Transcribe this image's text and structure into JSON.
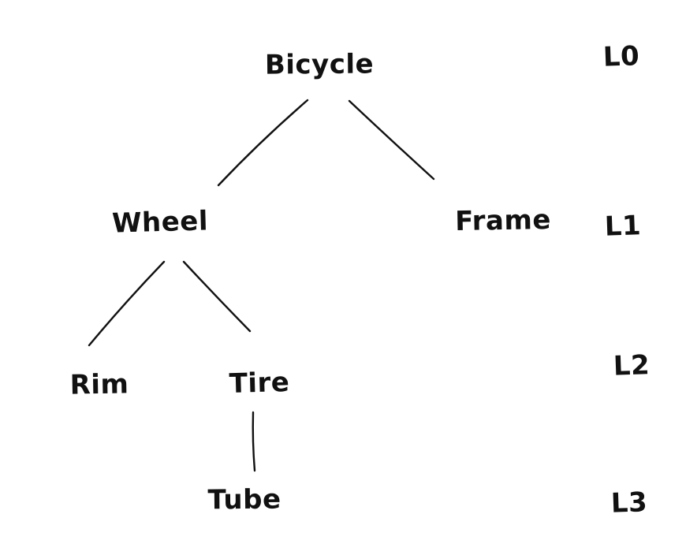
{
  "diagram": {
    "type": "tree",
    "style": "hand-drawn",
    "ink_color": "#111111",
    "background_color": "#ffffff",
    "nodes": [
      {
        "id": "bicycle",
        "label": "Bicycle",
        "level": 0
      },
      {
        "id": "wheel",
        "label": "Wheel",
        "level": 1
      },
      {
        "id": "frame",
        "label": "Frame",
        "level": 1
      },
      {
        "id": "rim",
        "label": "Rim",
        "level": 2
      },
      {
        "id": "tire",
        "label": "Tire",
        "level": 2
      },
      {
        "id": "tube",
        "label": "Tube",
        "level": 3
      }
    ],
    "edges": [
      {
        "from": "Bicycle",
        "to": "Wheel"
      },
      {
        "from": "Bicycle",
        "to": "Frame"
      },
      {
        "from": "Wheel",
        "to": "Rim"
      },
      {
        "from": "Wheel",
        "to": "Tire"
      },
      {
        "from": "Tire",
        "to": "Tube"
      }
    ],
    "level_labels": [
      "L0",
      "L1",
      "L2",
      "L3"
    ]
  }
}
